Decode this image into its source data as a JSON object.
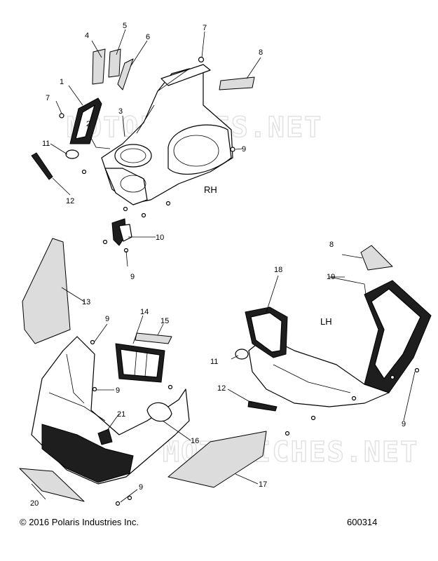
{
  "watermark": "MOTOFICHES.NET",
  "side_labels": {
    "rh": "RH",
    "lh": "LH"
  },
  "callouts": {
    "c1": "1",
    "c2": "2",
    "c3": "3",
    "c4": "4",
    "c5": "5",
    "c6": "6",
    "c7a": "7",
    "c7b": "7",
    "c8a": "8",
    "c8b": "8",
    "c9a": "9",
    "c9b": "9",
    "c9c": "9",
    "c9d": "9",
    "c9e": "9",
    "c9f": "9",
    "c10": "10",
    "c11a": "11",
    "c11b": "11",
    "c12a": "12",
    "c12b": "12",
    "c13": "13",
    "c14": "14",
    "c15": "15",
    "c16": "16",
    "c17": "17",
    "c18": "18",
    "c19": "19",
    "c20": "20",
    "c21": "21"
  },
  "footer": {
    "copyright": "© 2016 Polaris Industries Inc.",
    "diagram_number": "600314"
  }
}
